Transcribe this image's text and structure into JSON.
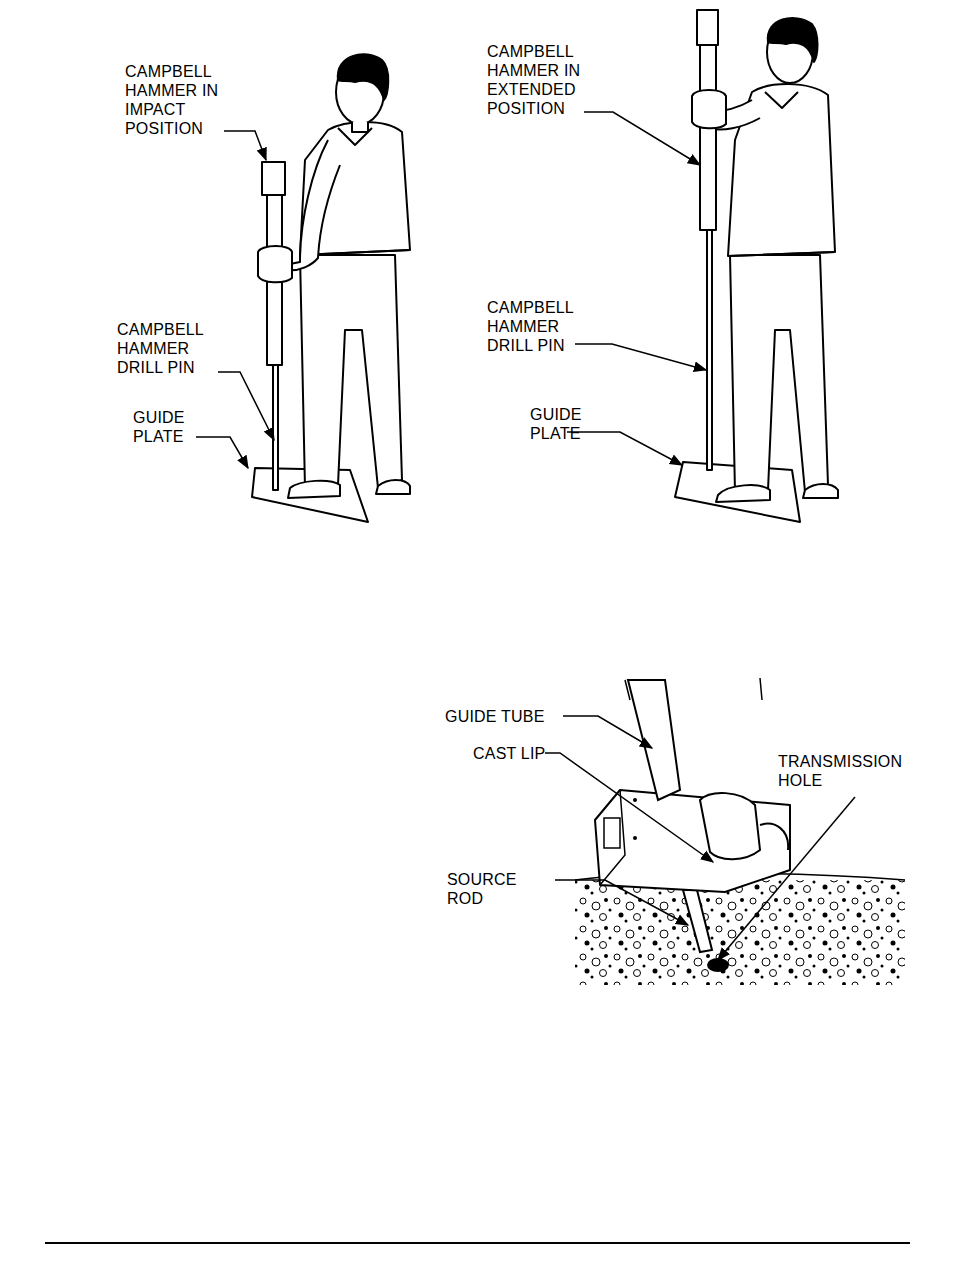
{
  "diagram": {
    "labels": [
      "CAMPBELL HAMMER IN IMPACT POSITION",
      "CAMPBELL HAMMER DRILL PIN",
      "GUIDE PLATE",
      "CAMPBELL HAMMER IN EXTENDED POSITION",
      "CAMPBELL HAMMER DRILL PIN",
      "GUIDE PLATE",
      "GUIDE TUBE",
      "CAST LIP",
      "SOURCE ROD",
      "TRANSMISSION HOLE"
    ]
  }
}
